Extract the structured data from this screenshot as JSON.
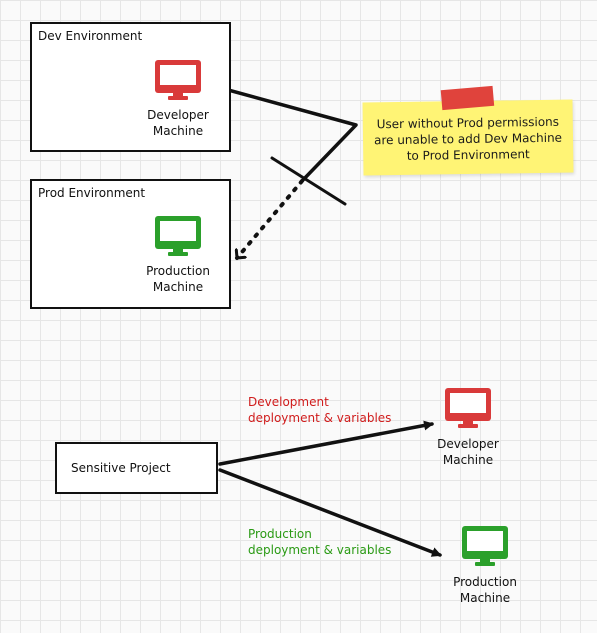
{
  "colors": {
    "dev": "#d93a3a",
    "prod": "#2ba02b",
    "line": "#111111",
    "note": "#fff475",
    "tape": "#e0433c"
  },
  "dev_environment": {
    "title": "Dev Environment",
    "machine": {
      "icon": "monitor-icon",
      "label": "Developer\nMachine"
    }
  },
  "prod_environment": {
    "title": "Prod Environment",
    "machine": {
      "icon": "monitor-icon",
      "label": "Production\nMachine"
    }
  },
  "note": {
    "text": "User without Prod permissions\nare unable to add Dev Machine\nto Prod Environment"
  },
  "project": {
    "label": "Sensitive Project",
    "dev_edge_label": "Development\ndeployment & variables",
    "prod_edge_label": "Production\ndeployment & variables",
    "dev_target": {
      "icon": "monitor-icon",
      "label": "Developer\nMachine"
    },
    "prod_target": {
      "icon": "monitor-icon",
      "label": "Production\nMachine"
    }
  }
}
